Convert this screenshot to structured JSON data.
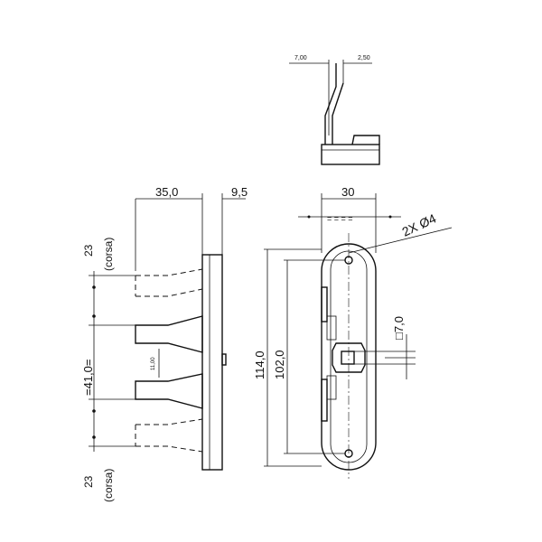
{
  "drawing": {
    "top_view": {
      "dim_left": "7,00",
      "dim_right": "2,50"
    },
    "side_view": {
      "dim_depth": "35,0",
      "dim_plate": "9,5",
      "dim_stroke_top": "23",
      "dim_stroke_top_note": "(corsa)",
      "dim_spacing": "=41,0=",
      "dim_small": "11,00",
      "dim_stroke_bottom": "23",
      "dim_stroke_bottom_note": "(corsa)"
    },
    "front_view": {
      "dim_width": "30",
      "dim_holes": "2X Ø4",
      "dim_overall_height": "114,0",
      "dim_hole_spacing": "102,0",
      "dim_square": "□7,0"
    }
  }
}
